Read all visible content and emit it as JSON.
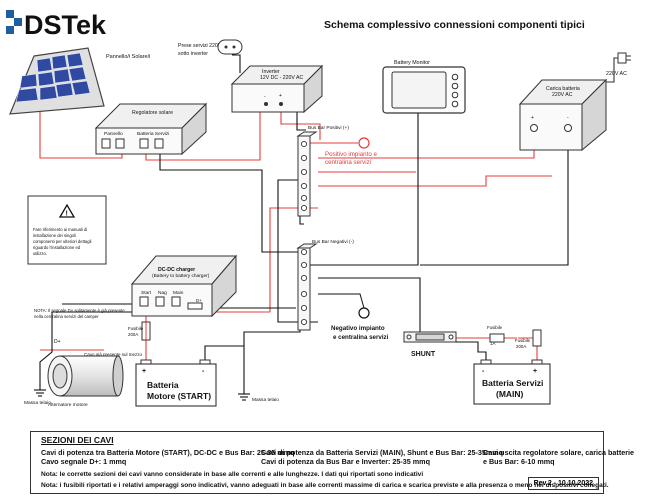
{
  "logo": {
    "text": "DSTek"
  },
  "title": "Schema complessivo connessioni componenti tipici",
  "components": {
    "solar_panel": "Pannello/i Solare/i",
    "inverter_socket": [
      "Prese servizi 220V",
      "sotto inverter"
    ],
    "inverter": [
      "Inverter",
      "12V DC - 220V AC"
    ],
    "battery_monitor": "Battery Monitor",
    "ac_label": "220V AC",
    "charger": [
      "Carica batteria",
      "220V AC"
    ],
    "regulator": "Regolatore solare",
    "regulator_panel": "Pannello",
    "regulator_battery": "Batteria Servizi",
    "busbar_pos": "Bus Bar Positivi (+)",
    "positive_label": [
      "Positivo impianto e",
      "centralina servizi"
    ],
    "busbar_neg": "Bus Bar Negativi (-)",
    "negative_label": [
      "Negativo impianto",
      "e centralina servizi"
    ],
    "warning_note": [
      "Fare riferimento ai manuali di",
      "installazione dei singoli",
      "componenti per ulteriori dettagli",
      "riguardo l'installazione ed",
      "utilizzo."
    ],
    "dcdc": [
      "DC-DC charger",
      "(Battery to battery charger)"
    ],
    "dcdc_terms": [
      "Start",
      "Nag",
      "Main",
      "D+"
    ],
    "fuse_a": [
      "Fusibile",
      "200A"
    ],
    "fuse_b": [
      "Fusibile",
      "1A"
    ],
    "fuse_c": [
      "Fusibile",
      "200A"
    ],
    "note_d": [
      "NOTA: Il segnale D+ solitamente è già presente",
      "nella centralina servizi del camper"
    ],
    "d_label": "D+",
    "cable_note": "Cavo già presente sul mezzo",
    "mass_label": "Massa telaio",
    "alternator": "Alternatore motore",
    "battery_start": [
      "Batteria",
      "Motore (START)"
    ],
    "shunt": "SHUNT",
    "battery_main": [
      "Batteria Servizi",
      "(MAIN)"
    ],
    "mass_label2": "Massa telaio",
    "plus": "+",
    "minus": "-"
  },
  "cable_sections": {
    "title": "SEZIONI DEI CAVI",
    "col1": [
      "Cavi di potenza tra Batteria Motore (START), DC-DC e Bus Bar: 25-35 mmq",
      "Cavo segnale D+: 1 mmq"
    ],
    "col2": [
      "Cavi di potenza da Batteria Servizi (MAIN), Shunt e Bus Bar: 25-35mmq",
      "Cavi di potenza da Bus Bar e Inverter: 25-35 mmq"
    ],
    "col3": [
      "Cavi uscita regolatore solare, carica batterie",
      "e Bus Bar: 6-10 mmq"
    ],
    "note1": "Nota: le corrette sezioni dei cavi vanno considerate in base alle correnti e alle lunghezze. I dati qui riportati sono indicativi",
    "note2": "Nota: i fusibili riportati e i relativi amperaggi sono indicativi, vanno adeguati in base alle correnti massime di carica e scarica previste e alla presenza o meno nei dispositivi collegati.",
    "revision": "Rev.2 - 10.10.2022"
  },
  "colors": {
    "positive": "#e63c3c",
    "negative": "#111111",
    "accent": "#1f5fa0"
  }
}
